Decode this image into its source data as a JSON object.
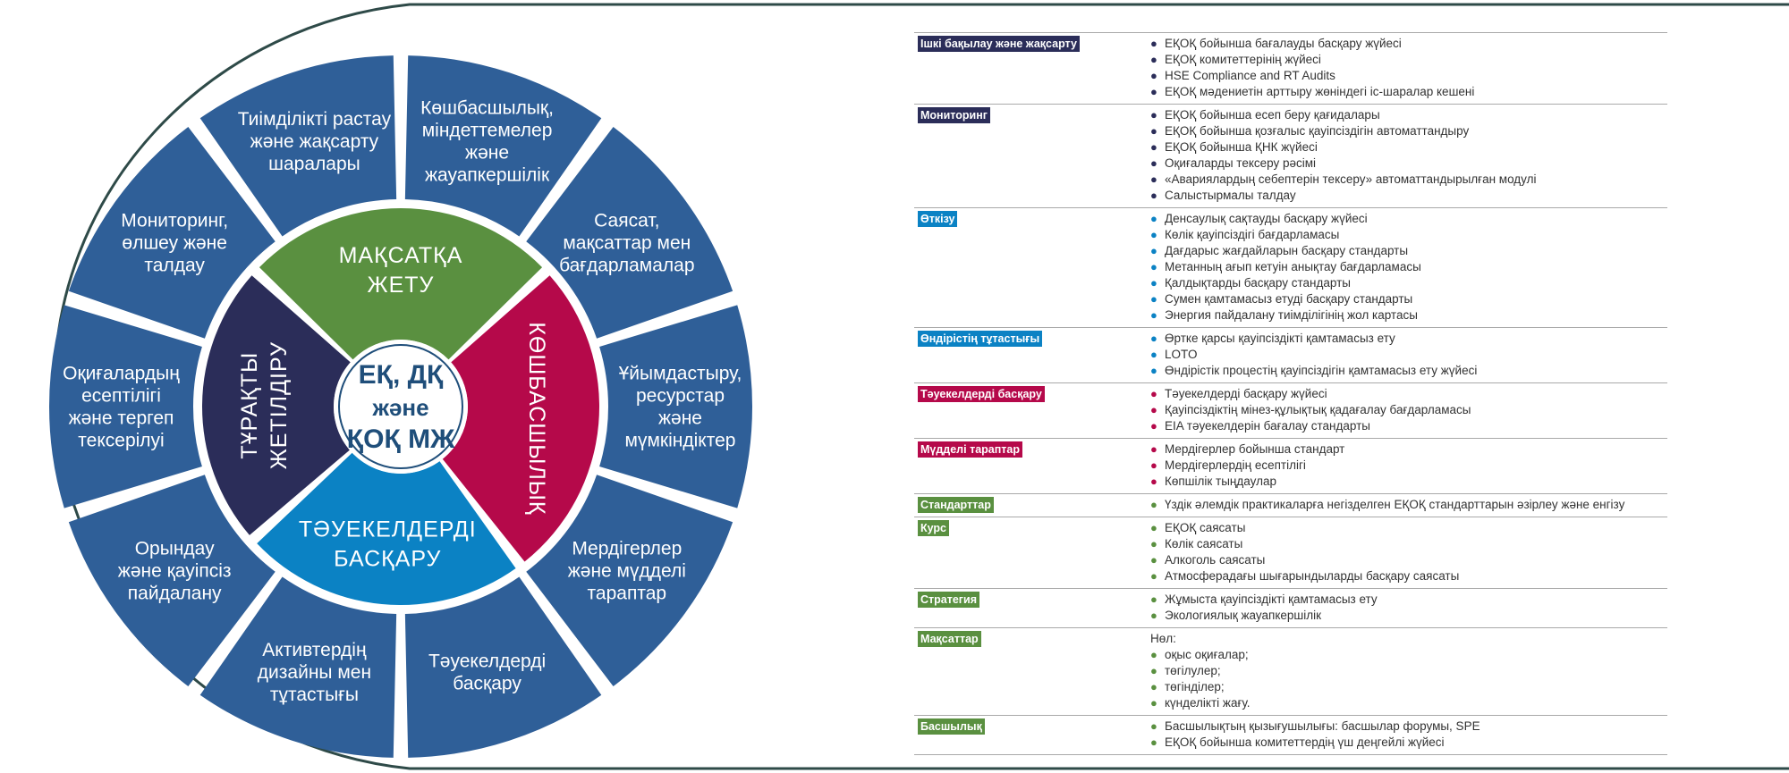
{
  "wheel": {
    "center": [
      "ЕҚ, ДҚ",
      "және",
      "ҚОҚ МЖ"
    ],
    "inner": [
      {
        "lines": [
          "МАҚСАТҚА",
          "ЖЕТУ"
        ],
        "color": "#5a9040"
      },
      {
        "lines": [
          "КӨШБАСШЫЛЫҚ"
        ],
        "color": "#b5094a"
      },
      {
        "lines": [
          "ТӘУЕКЕЛДЕРДІ",
          "БАСҚАРУ"
        ],
        "color": "#0b82c4"
      },
      {
        "lines": [
          "ТҰРАҚТЫ",
          "ЖЕТІЛДІРУ"
        ],
        "color": "#2b2d59"
      }
    ],
    "outer_color": "#2f5f98",
    "outer": [
      {
        "lines": [
          "Көшбасшылық,",
          "міндеттемелер",
          "және",
          "жауапкершілік"
        ]
      },
      {
        "lines": [
          "Саясат,",
          "мақсаттар мен",
          "бағдарламалар"
        ]
      },
      {
        "lines": [
          "Ұйымдастыру,",
          "ресурстар",
          "және",
          "мүмкіндіктер"
        ]
      },
      {
        "lines": [
          "Мердігерлер",
          "және мүдделі",
          "тараптар"
        ]
      },
      {
        "lines": [
          "Тәуекелдерді",
          "басқару"
        ]
      },
      {
        "lines": [
          "Активтердің",
          "дизайны мен",
          "тұтастығы"
        ]
      },
      {
        "lines": [
          "Орындау",
          "және қауіпсіз",
          "пайдалану"
        ]
      },
      {
        "lines": [
          "Оқиғалардың",
          "есептілігі",
          "және тергеп",
          "тексерілуі"
        ]
      },
      {
        "lines": [
          "Мониторинг,",
          "өлшеу және",
          "талдау"
        ]
      },
      {
        "lines": [
          "Тиімділікті растау",
          "және жақсарту",
          "шаралары"
        ]
      }
    ]
  },
  "table": [
    {
      "category": "Ішкі бақылау және жақсарту",
      "color": "#2b2d59",
      "items": [
        "ЕҚОҚ бойынша бағалауды басқару жүйесі",
        "ЕҚОҚ комитеттерінің жүйесі",
        "HSE Compliance and RT Audits",
        "ЕҚОҚ мәдениетін арттыру жөніндегі іс-шаралар кешені"
      ]
    },
    {
      "category": "Мониторинг",
      "color": "#2b2d59",
      "items": [
        "ЕҚОҚ бойынша есеп беру қағидалары",
        "ЕҚОҚ бойынша қозғалыс қауіпсіздігін автоматтандыру",
        "ЕҚОҚ бойынша ҚНК жүйесі",
        "Оқиғаларды тексеру рәсімі",
        "«Авариялардың себептерін тексеру» автоматтандырылған модулі",
        "Салыстырмалы талдау"
      ]
    },
    {
      "category": "Өткізу",
      "color": "#0b82c4",
      "items": [
        "Денсаулық сақтауды басқару жүйесі",
        "Көлік қауіпсіздігі бағдарламасы",
        "Дағдарыс жағдайларын басқару стандарты",
        "Метанның ағып кетуін анықтау бағдарламасы",
        "Қалдықтарды басқару стандарты",
        "Сумен қамтамасыз етуді басқару стандарты",
        "Энергия пайдалану тиімділігінің жол картасы"
      ]
    },
    {
      "category": "Өндірістің тұтастығы",
      "color": "#0b82c4",
      "items": [
        "Өртке қарсы қауіпсіздікті қамтамасыз ету",
        "LOTO",
        "Өндірістік процестің қауіпсіздігін қамтамасыз ету жүйесі"
      ]
    },
    {
      "category": "Тәуекелдерді басқару",
      "color": "#b5094a",
      "items": [
        "Тәуекелдерді басқару жүйесі",
        "Қауіпсіздіктің мінез-құлықтық қадағалау бағдарламасы",
        "EIA тәуекелдерін бағалау стандарты"
      ]
    },
    {
      "category": "Мүдделі тараптар",
      "color": "#b5094a",
      "items": [
        "Мердігерлер бойынша стандарт",
        "Мердігерлердің есептілігі",
        "Көпшілік тыңдаулар"
      ]
    },
    {
      "category": "Стандарттар",
      "color": "#5a9040",
      "items": [
        "Үздік әлемдік практикаларға негізделген ЕҚОҚ стандарттарын әзірлеу және енгізу"
      ]
    },
    {
      "category": "Курс",
      "color": "#5a9040",
      "items": [
        "ЕҚОҚ саясаты",
        "Көлік саясаты",
        "Алкоголь саясаты",
        "Атмосферадағы шығарындыларды басқару саясаты"
      ]
    },
    {
      "category": "Стратегия",
      "color": "#5a9040",
      "items": [
        "Жұмыста қауіпсіздікті қамтамасыз ету",
        "Экологиялық жауапкершілік"
      ]
    },
    {
      "category": "Мақсаттар",
      "color": "#5a9040",
      "note": "Нөл:",
      "items": [
        "оқыс оқиғалар;",
        "төгілулер;",
        "төгінділер;",
        "күнделікті жағу."
      ]
    },
    {
      "category": "Басшылық",
      "color": "#5a9040",
      "items": [
        "Басшылықтың қызығушылығы: басшылар форумы, SPE",
        "ЕҚОҚ бойынша комитеттердің үш деңгейлі жүйесі"
      ]
    }
  ]
}
